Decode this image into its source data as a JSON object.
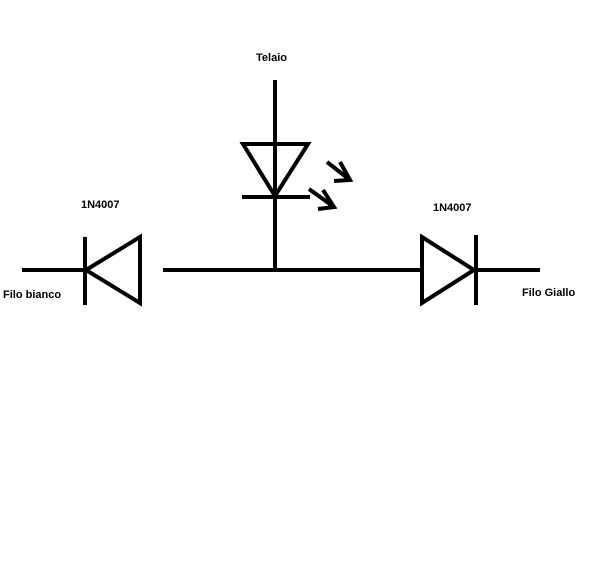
{
  "labels": {
    "top": "Telaio",
    "left_diode": "1N4007",
    "right_diode": "1N4007",
    "left_wire": "Filo bianco",
    "right_wire": "Filo Giallo"
  },
  "colors": {
    "stroke": "#000000",
    "background": "#ffffff"
  }
}
